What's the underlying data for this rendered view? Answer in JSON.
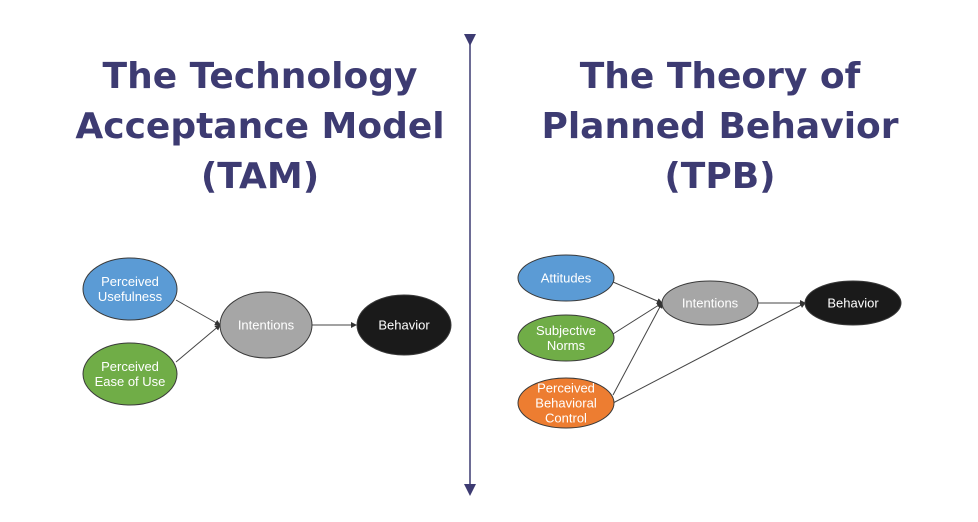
{
  "tam": {
    "title_lines": [
      "The Technology",
      "Acceptance Model",
      "(TAM)"
    ],
    "nodes": {
      "usefulness": {
        "lines": [
          "Perceived",
          "Usefulness"
        ],
        "color": "#5b9bd5"
      },
      "ease": {
        "lines": [
          "Perceived",
          "Ease of Use"
        ],
        "color": "#70ad47"
      },
      "intentions": {
        "lines": [
          "Intentions"
        ],
        "color": "#a6a6a6"
      },
      "behavior": {
        "lines": [
          "Behavior"
        ],
        "color": "#1a1a1a"
      }
    }
  },
  "tpb": {
    "title_lines": [
      "The Theory of",
      "Planned Behavior",
      "(TPB)"
    ],
    "nodes": {
      "attitudes": {
        "lines": [
          "Attitudes"
        ],
        "color": "#5b9bd5"
      },
      "norms": {
        "lines": [
          "Subjective",
          "Norms"
        ],
        "color": "#70ad47"
      },
      "control": {
        "lines": [
          "Perceived",
          "Behavioral",
          "Control"
        ],
        "color": "#ed7d31"
      },
      "intentions": {
        "lines": [
          "Intentions"
        ],
        "color": "#a6a6a6"
      },
      "behavior": {
        "lines": [
          "Behavior"
        ],
        "color": "#1a1a1a"
      }
    }
  },
  "title_color": "#3d3b72"
}
